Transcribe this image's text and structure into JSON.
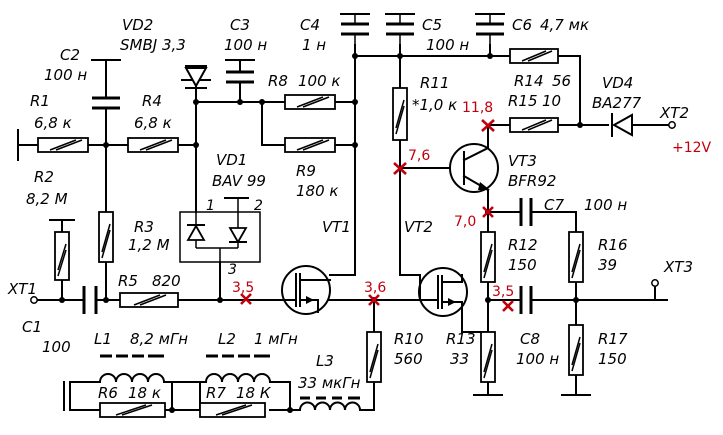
{
  "components": {
    "C1": {
      "name": "C1",
      "value": "100"
    },
    "C2": {
      "name": "C2",
      "value": "100 н"
    },
    "C3": {
      "name": "C3",
      "value": "100 н"
    },
    "C4": {
      "name": "C4",
      "value": "1 н"
    },
    "C5": {
      "name": "C5",
      "value": "100 н"
    },
    "C6": {
      "name": "C6",
      "value": "4,7 мк"
    },
    "C7": {
      "name": "C7",
      "value": "100 н"
    },
    "C8": {
      "name": "C8",
      "value": "100 н"
    },
    "R1": {
      "name": "R1",
      "value": "6,8 к"
    },
    "R2": {
      "name": "R2",
      "value": "8,2 М"
    },
    "R3": {
      "name": "R3",
      "value": "1,2 М"
    },
    "R4": {
      "name": "R4",
      "value": "6,8 к"
    },
    "R5": {
      "name": "R5",
      "value": "820"
    },
    "R6": {
      "name": "R6",
      "value": "18 к"
    },
    "R7": {
      "name": "R7",
      "value": "18 К"
    },
    "R8": {
      "name": "R8",
      "value": "100 к"
    },
    "R9": {
      "name": "R9",
      "value": "180 к"
    },
    "R10": {
      "name": "R10",
      "value": "560"
    },
    "R11": {
      "name": "R11",
      "value": "*1,0 к"
    },
    "R12": {
      "name": "R12",
      "value": "150"
    },
    "R13": {
      "name": "R13",
      "value": "33"
    },
    "R14": {
      "name": "R14",
      "value": "56"
    },
    "R15": {
      "name": "R15",
      "value": "10"
    },
    "R16": {
      "name": "R16",
      "value": "39"
    },
    "R17": {
      "name": "R17",
      "value": "150"
    },
    "L1": {
      "name": "L1",
      "value": "8,2 мГн"
    },
    "L2": {
      "name": "L2",
      "value": "1 мГн"
    },
    "L3": {
      "name": "L3",
      "value": "33 мкГн"
    },
    "VD1": {
      "name": "VD1",
      "value": "BAV 99"
    },
    "VD2": {
      "name": "VD2",
      "value": "SMBJ 3,3"
    },
    "VD4": {
      "name": "VD4",
      "value": "BA277"
    },
    "VT1": {
      "name": "VT1"
    },
    "VT2": {
      "name": "VT2"
    },
    "VT3": {
      "name": "VT3",
      "value": "BFR92"
    }
  },
  "pins": {
    "vd1_pin1": "1",
    "vd1_pin2": "2",
    "vd1_pin3": "3"
  },
  "connectors": {
    "XT1": {
      "name": "XT1"
    },
    "XT2": {
      "name": "XT2",
      "supply": "+12V"
    },
    "XT3": {
      "name": "XT3"
    }
  },
  "voltages": {
    "vt1_gate": "3,5",
    "vt1_source": "3,6",
    "vt3_collector": "11,8",
    "vt3_base": "7,6",
    "vt3_emitter": "7,0",
    "output": "3,5"
  },
  "colors": {
    "wire": "#000000",
    "voltage_marker": "#c0000c",
    "supply_label": "#c0000c"
  }
}
